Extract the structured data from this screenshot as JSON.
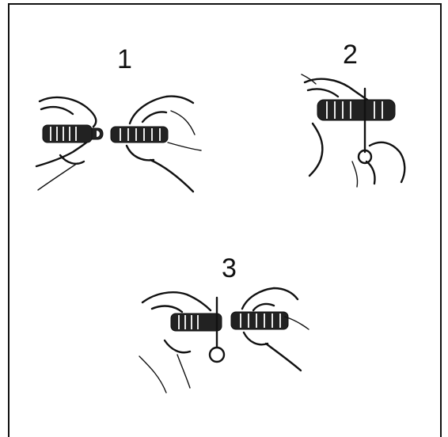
{
  "steps": [
    {
      "number": "1"
    },
    {
      "number": "2"
    },
    {
      "number": "3"
    }
  ],
  "colors": {
    "ink": "#111111",
    "background": "#ffffff"
  }
}
